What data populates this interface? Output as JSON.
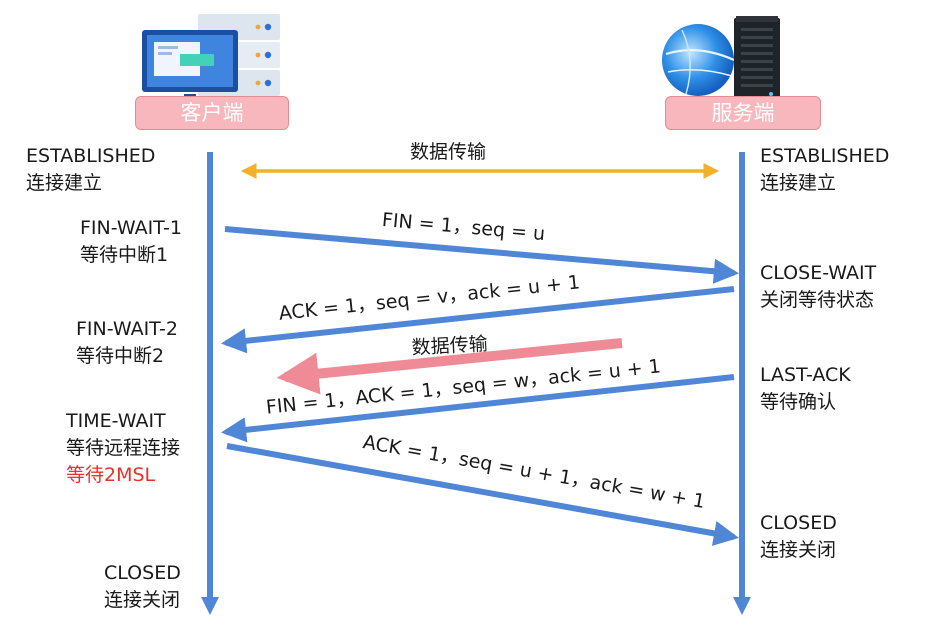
{
  "client": {
    "title": "客户端"
  },
  "server": {
    "title": "服务端"
  },
  "client_states": [
    {
      "lines": [
        "ESTABLISHED",
        "连接建立"
      ]
    },
    {
      "lines": [
        "FIN-WAIT-1",
        "等待中断1"
      ]
    },
    {
      "lines": [
        "FIN-WAIT-2",
        "等待中断2"
      ]
    },
    {
      "lines": [
        "TIME-WAIT",
        "等待远程连接",
        "等待2MSL"
      ],
      "red_line": 2
    },
    {
      "lines": [
        "CLOSED",
        "连接关闭"
      ]
    }
  ],
  "server_states": [
    {
      "lines": [
        "ESTABLISHED",
        "连接建立"
      ]
    },
    {
      "lines": [
        "CLOSE-WAIT",
        "关闭等待状态"
      ]
    },
    {
      "lines": [
        "LAST-ACK",
        "等待确认"
      ]
    },
    {
      "lines": [
        "CLOSED",
        "连接关闭"
      ]
    }
  ],
  "messages": [
    {
      "label": "数据传输",
      "kind": "bidirectional",
      "color": "#f2b12a"
    },
    {
      "label": "FIN = 1，seq = u",
      "kind": "client-to-server",
      "color": "#4f86d6"
    },
    {
      "label": "ACK = 1，seq = v，ack = u + 1",
      "kind": "server-to-client",
      "color": "#4f86d6"
    },
    {
      "label": "数据传输",
      "kind": "server-to-client",
      "color": "#ef8b96"
    },
    {
      "label": "FIN = 1，ACK = 1，seq = w，ack = u + 1",
      "kind": "server-to-client",
      "color": "#4f86d6"
    },
    {
      "label": "ACK = 1，seq = u + 1，ack = w + 1",
      "kind": "client-to-server",
      "color": "#4f86d6"
    }
  ],
  "colors": {
    "lifeline": "#4f86d6",
    "host_box_fill": "#f7b7bd",
    "host_box_border": "#e58a93",
    "red_text": "#e8312d"
  },
  "icons": {
    "client": "computer-icon",
    "server": "server-globe-icon"
  }
}
